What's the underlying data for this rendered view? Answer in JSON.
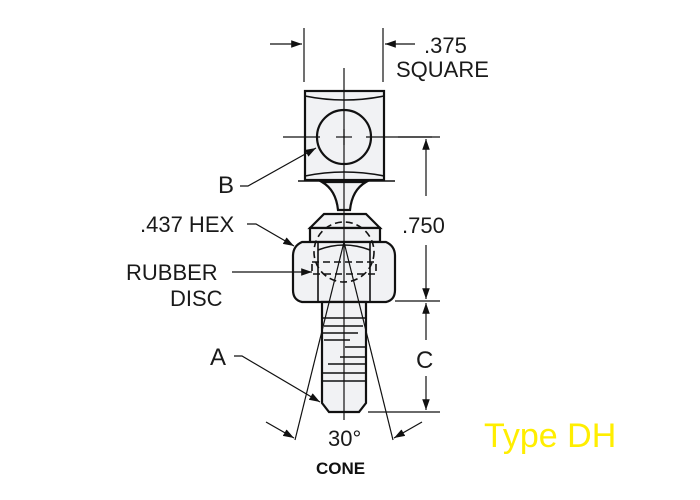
{
  "diagram": {
    "title": "Type DH",
    "title_color": "#ffee00",
    "dimensions": {
      "square": {
        "value": ".375",
        "label": "SQUARE"
      },
      "hex": ".437 HEX",
      "height": ".750",
      "thread_length": "C",
      "cone_angle": "30°",
      "cone_label": "CONE"
    },
    "callouts": {
      "ball_diameter": "B",
      "thread": "A",
      "rubber_disc_line1": "RUBBER",
      "rubber_disc_line2": "DISC"
    },
    "line_color": "#111111",
    "fill_color": "#f1f2f4"
  }
}
